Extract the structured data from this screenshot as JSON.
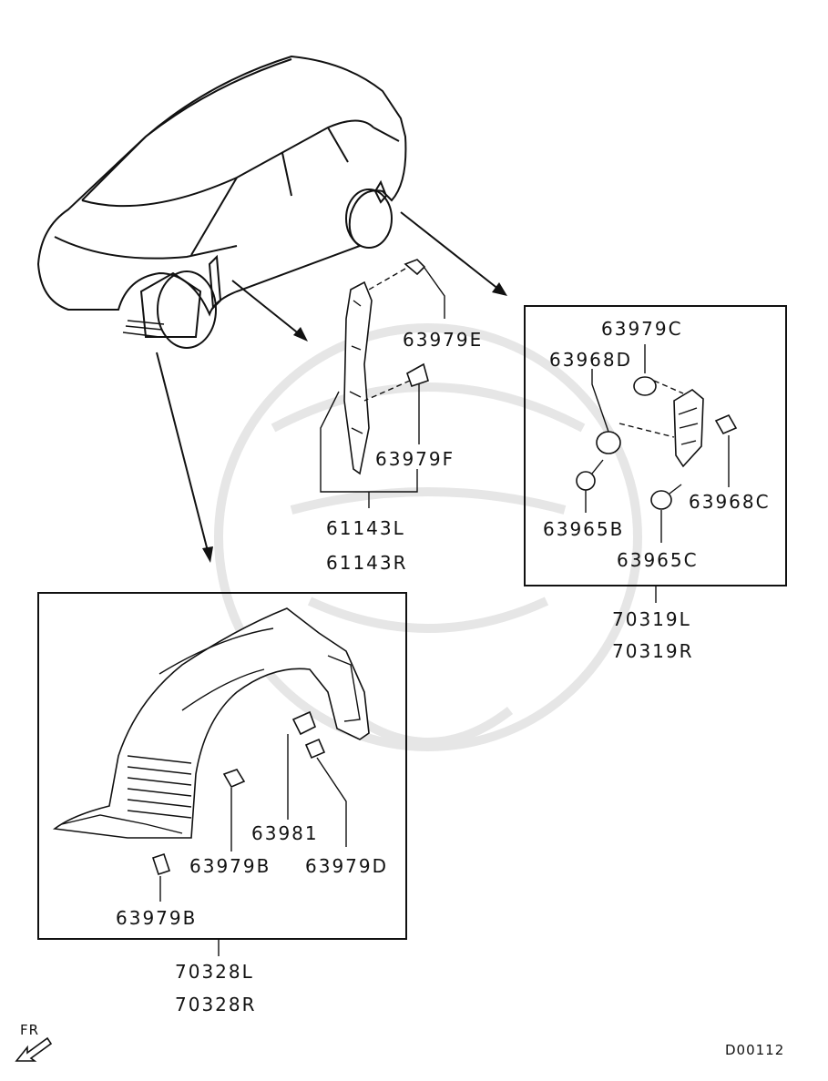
{
  "labels": {
    "p63979E": "63979E",
    "p63979F": "63979F",
    "p61143L": "61143L",
    "p61143R": "61143R",
    "p63979C": "63979C",
    "p63968D": "63968D",
    "p63968C": "63968C",
    "p63965B": "63965B",
    "p63965C": "63965C",
    "p70319L": "70319L",
    "p70319R": "70319R",
    "p63981": "63981",
    "p63979B_a": "63979B",
    "p63979D": "63979D",
    "p63979B_b": "63979B",
    "p70328L": "70328L",
    "p70328R": "70328R"
  },
  "orientation": "FR",
  "diagram_code": "D00112"
}
